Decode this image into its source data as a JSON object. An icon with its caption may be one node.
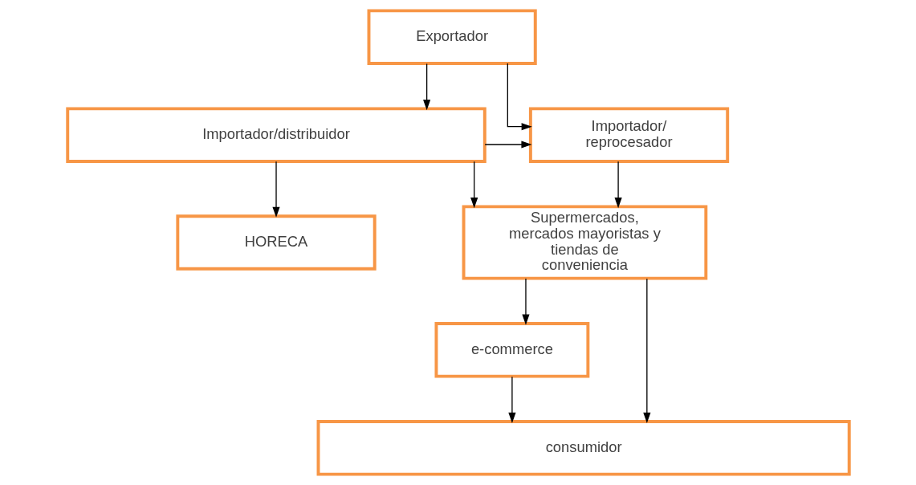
{
  "diagram": {
    "nodes": [
      {
        "text": [
          "Exportador"
        ]
      },
      {
        "text": [
          "Importador/distribuidor"
        ]
      },
      {
        "text": [
          "Importador/ reprocesador"
        ]
      },
      {
        "text": [
          "HORECA"
        ]
      },
      {
        "text": [
          "Supermercados, mercados mayoristas y tiendas de conveniencia"
        ]
      },
      {
        "text": [
          "e-commerce"
        ]
      },
      {
        "text": [
          "consumidor"
        ]
      }
    ],
    "edges": [
      {
        "from": 0,
        "to": 2,
        "arrow": "to"
      },
      {
        "from": 0,
        "to": 1,
        "arrow": "to"
      },
      {
        "from": 1,
        "to": 2,
        "arrow": "to"
      },
      {
        "from": 1,
        "to": 3,
        "arrow": "to"
      },
      {
        "from": 1,
        "to": 4,
        "arrow": "to"
      },
      {
        "from": 2,
        "to": 4,
        "arrow": "to"
      },
      {
        "from": 4,
        "to": 5,
        "arrow": "to"
      },
      {
        "from": 4,
        "to": 6,
        "arrow": "to"
      },
      {
        "from": 5,
        "to": 6,
        "arrow": "to"
      }
    ]
  }
}
